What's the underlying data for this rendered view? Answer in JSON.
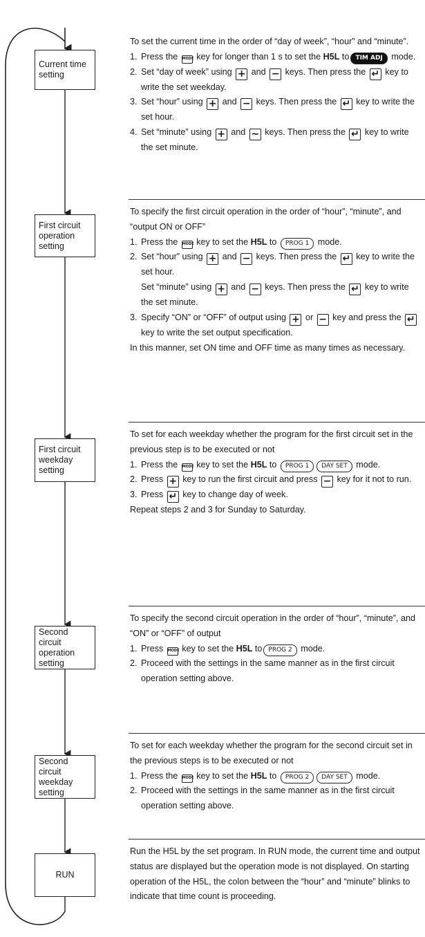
{
  "flow": [
    {
      "label": "Current time setting"
    },
    {
      "label": "First circuit operation setting"
    },
    {
      "label": "First circuit weekday setting"
    },
    {
      "label": "Second circuit operation setting"
    },
    {
      "label": "Second circuit weekday setting"
    },
    {
      "label": "RUN"
    }
  ],
  "keys": {
    "mode": "MODE",
    "plus": "+",
    "minus": "−",
    "enter": "↵",
    "minus_alt": "~"
  },
  "displays": {
    "tim_adj": "TIM ADJ",
    "prog1": "PROG 1",
    "prog2": "PROG 2",
    "day_set": "DAY SET"
  },
  "device": "H5L",
  "s1": {
    "intro": "To set the current time in the order of “day of week”, “hour” and “minute”.",
    "n1": "1.",
    "s1a": "Press the",
    "s1b": "key for longer than 1 s to set the",
    "s1c": "to",
    "s1d": "mode.",
    "n2": "2.",
    "s2a": "Set “day of week” using",
    "s2b": "and",
    "s2c": "keys. Then press the",
    "s2d": "key to write the set weekday.",
    "n3": "3.",
    "s3a": "Set “hour” using",
    "s3b": "and",
    "s3c": "keys. Then press the",
    "s3d": "key to write the set hour.",
    "n4": "4.",
    "s4a": "Set “minute” using",
    "s4b": "and",
    "s4c": "keys. Then press the",
    "s4d": "key to write the set minute."
  },
  "s2": {
    "intro": "To specify the first circuit operation in the order of “hour”, “minute”, and “output ON or OFF”",
    "n1": "1.",
    "s1a": "Press the",
    "s1b": "key to set the",
    "s1c": "to",
    "s1d": "mode.",
    "n2": "2.",
    "s2a": "Set “hour” using",
    "s2b": "and",
    "s2c": "keys. Then press the",
    "s2d": "key to write the set hour.",
    "s2e": "Set “minute” using",
    "s2f": "and",
    "s2g": "keys. Then press the",
    "s2h": "key to write the set minute.",
    "n3": "3.",
    "s3a": "Specify “ON” or “OFF” of output using",
    "s3b": "or",
    "s3c": "key and press the",
    "s3d": "key to write the set output specification.",
    "outro": "In this manner, set ON time and OFF time as many times as necessary."
  },
  "s3": {
    "intro": "To set for each weekday whether the program for the first circuit set in the previous step is to be executed or not",
    "n1": "1.",
    "s1a": "Press the",
    "s1b": "key to set the",
    "s1c": "to",
    "s1d": "mode.",
    "n2": "2.",
    "s2a": "Press",
    "s2b": "key to run the first circuit and press",
    "s2c": "key for it not to run.",
    "n3": "3.",
    "s3a": "Press",
    "s3b": "key to change day of week.",
    "outro": "Repeat steps 2 and 3 for Sunday to Saturday."
  },
  "s4": {
    "intro": "To specify the second circuit operation in the order of “hour”, “minute”, and “ON” or “OFF” of output",
    "n1": "1.",
    "s1a": "Press",
    "s1b": "key to set the",
    "s1c": "to",
    "s1d": "mode.",
    "n2": "2.",
    "s2": "Proceed with the settings in the same manner as in the first circuit operation setting above."
  },
  "s5": {
    "intro": "To set for each weekday whether the program for the second circuit set in the previous steps is to be executed or not",
    "n1": "1.",
    "s1a": "Press the",
    "s1b": "key to set the",
    "s1c": "to",
    "s1d": "mode.",
    "n2": "2.",
    "s2": "Proceed with the settings in the same manner as in the first circuit operation setting above."
  },
  "s6": {
    "text": "Run the H5L by the set program. In RUN mode, the current time and output status are displayed but the operation mode is not displayed. On starting operation of the H5L, the colon between the “hour” and “minute” blinks to indicate that time count is proceeding."
  }
}
